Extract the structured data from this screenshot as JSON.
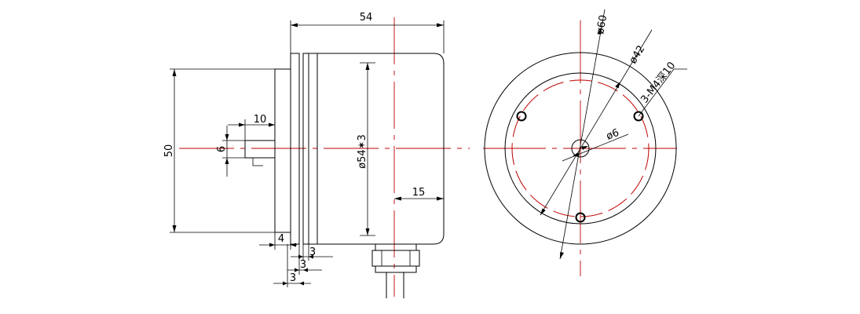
{
  "colors": {
    "line": "#000000",
    "centerline": "#c00000",
    "background": "#ffffff"
  },
  "side_view": {
    "length": "54",
    "height": "50",
    "shaft_length": "10",
    "shaft_diameter": "6",
    "body_diameter": "ø54✶3",
    "offset": "15",
    "flange_thickness": "4",
    "gap_a": "3",
    "gap_b": "3",
    "gap_c": "3"
  },
  "front_view": {
    "outer_diameter": "ø60",
    "pitch_diameter": "ø42",
    "threaded_holes": "3-M4深10",
    "shaft_diameter": "ø6"
  }
}
